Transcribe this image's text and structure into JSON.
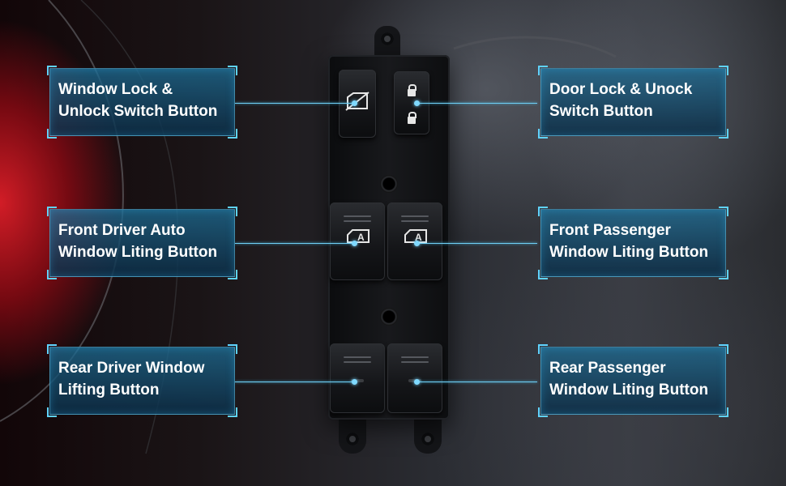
{
  "labels": {
    "window_lock": {
      "line1": "Window Lock &",
      "line2": "Unlock Switch Button"
    },
    "door_lock": {
      "line1": "Door Lock & Unock",
      "line2": "Switch Button"
    },
    "front_driver": {
      "line1": "Front Driver Auto",
      "line2": "Window Liting Button"
    },
    "front_passenger": {
      "line1": "Front Passenger",
      "line2": "Window Liting Button"
    },
    "rear_driver": {
      "line1": "Rear Driver Window",
      "line2": "Lifting Button"
    },
    "rear_passenger": {
      "line1": "Rear Passenger",
      "line2": "Window Liting Button"
    }
  },
  "button_glyph": "A",
  "colors": {
    "accent": "#5fd3ff",
    "label_bg": "#1e6e96"
  }
}
